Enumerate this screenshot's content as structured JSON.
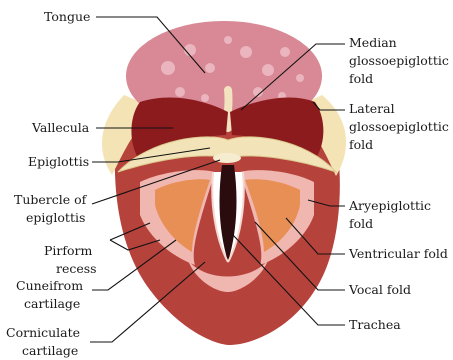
{
  "labels": {
    "tongue": "Tongue",
    "median_1": "Median",
    "median_2": "glossoepiglottic",
    "median_3": "fold",
    "lateral_1": "Lateral",
    "lateral_2": "glossoepiglottic",
    "lateral_3": "fold",
    "vallecula": "Vallecula",
    "epiglottis": "Epiglottis",
    "tubercle_1": "Tubercle of",
    "tubercle_2": "epiglottis",
    "aryepi_1": "Aryepiglottic",
    "aryepi_2": "fold",
    "pirform_1": "Pirform",
    "pirform_2": "recess",
    "ventricular": "Ventricular fold",
    "cuneifrom_1": "Cuneifrom",
    "cuneifrom_2": "cartilage",
    "vocal": "Vocal fold",
    "trachea": "Trachea",
    "corniculate_1": "Corniculate",
    "corniculate_2": "cartilage"
  },
  "colors": {
    "tongue": "#d88a97",
    "tongue_spots": "#e9b0bb",
    "dark_red": "#8e1d1f",
    "mid_red": "#b93a37",
    "epiglottis": "#f2e3b8",
    "orange": "#e99257",
    "pink_rim": "#f0b6b0",
    "trachea": "#2a0b0e"
  }
}
